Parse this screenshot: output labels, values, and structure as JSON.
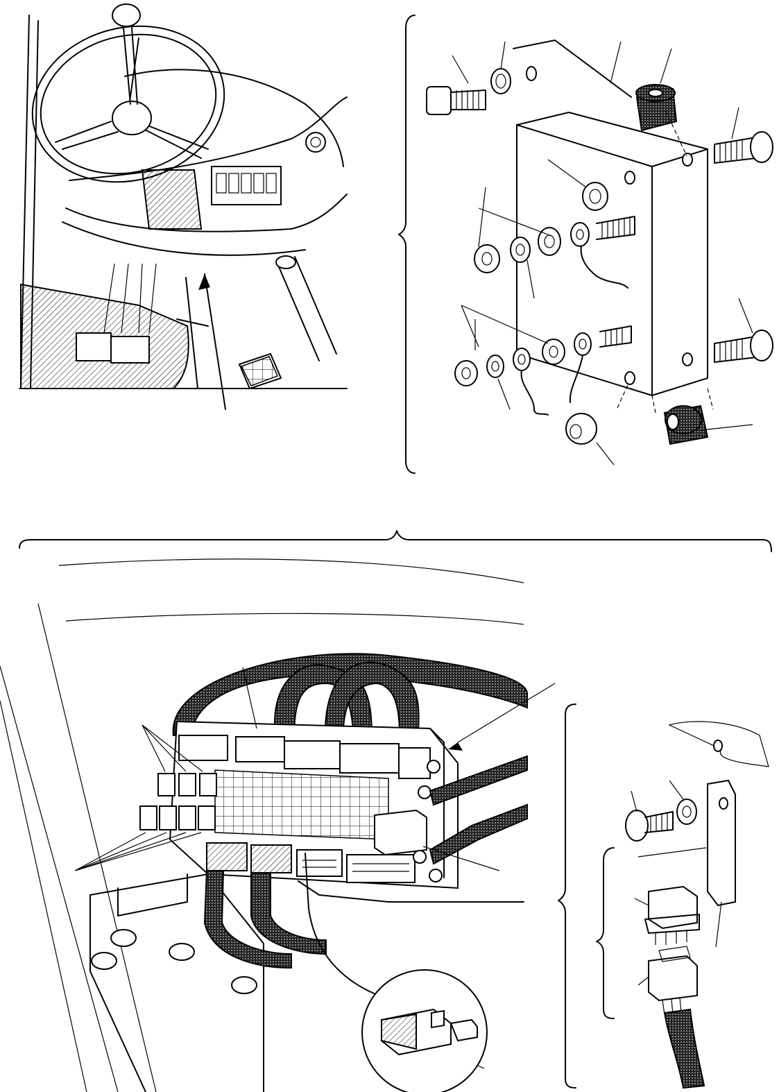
{
  "figure": {
    "kind": "exploded-parts-illustration",
    "ink_color": "#000000",
    "paper_color": "#ffffff",
    "views": [
      {
        "id": "cab-overview",
        "depicts": "steering-wheel-and-dashboard"
      },
      {
        "id": "mounting-plate-exploded",
        "depicts": "plate-bolts-nuts-washers-spacers"
      },
      {
        "id": "fuse-relay-box",
        "depicts": "fuse-box-with-harnesses"
      },
      {
        "id": "relay-bracket",
        "depicts": "relay-with-connector-and-bracket"
      },
      {
        "id": "fuse-detail",
        "depicts": "blade-fuse-callout"
      }
    ],
    "visible_text": []
  }
}
